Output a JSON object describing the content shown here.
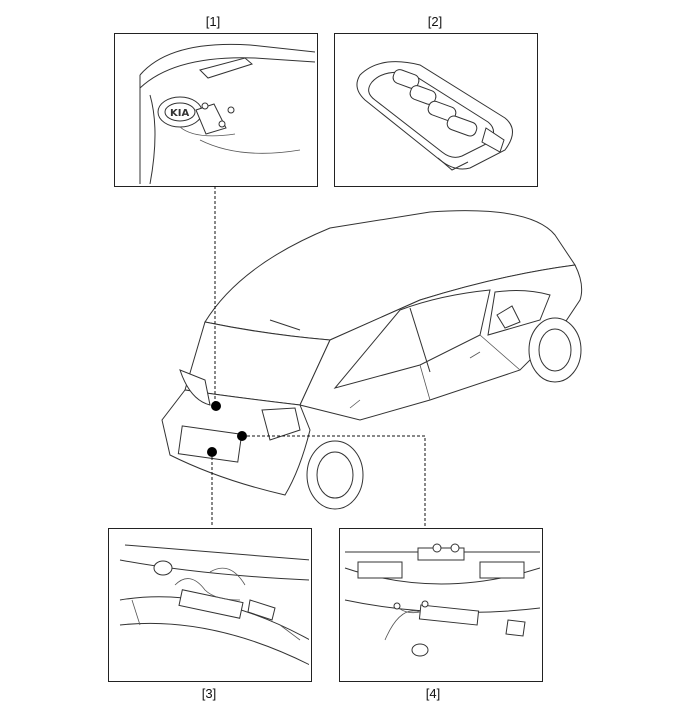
{
  "callouts": [
    {
      "id": "1",
      "label": "[1]"
    },
    {
      "id": "2",
      "label": "[2]"
    },
    {
      "id": "3",
      "label": "[3]"
    },
    {
      "id": "4",
      "label": "[4]"
    }
  ]
}
